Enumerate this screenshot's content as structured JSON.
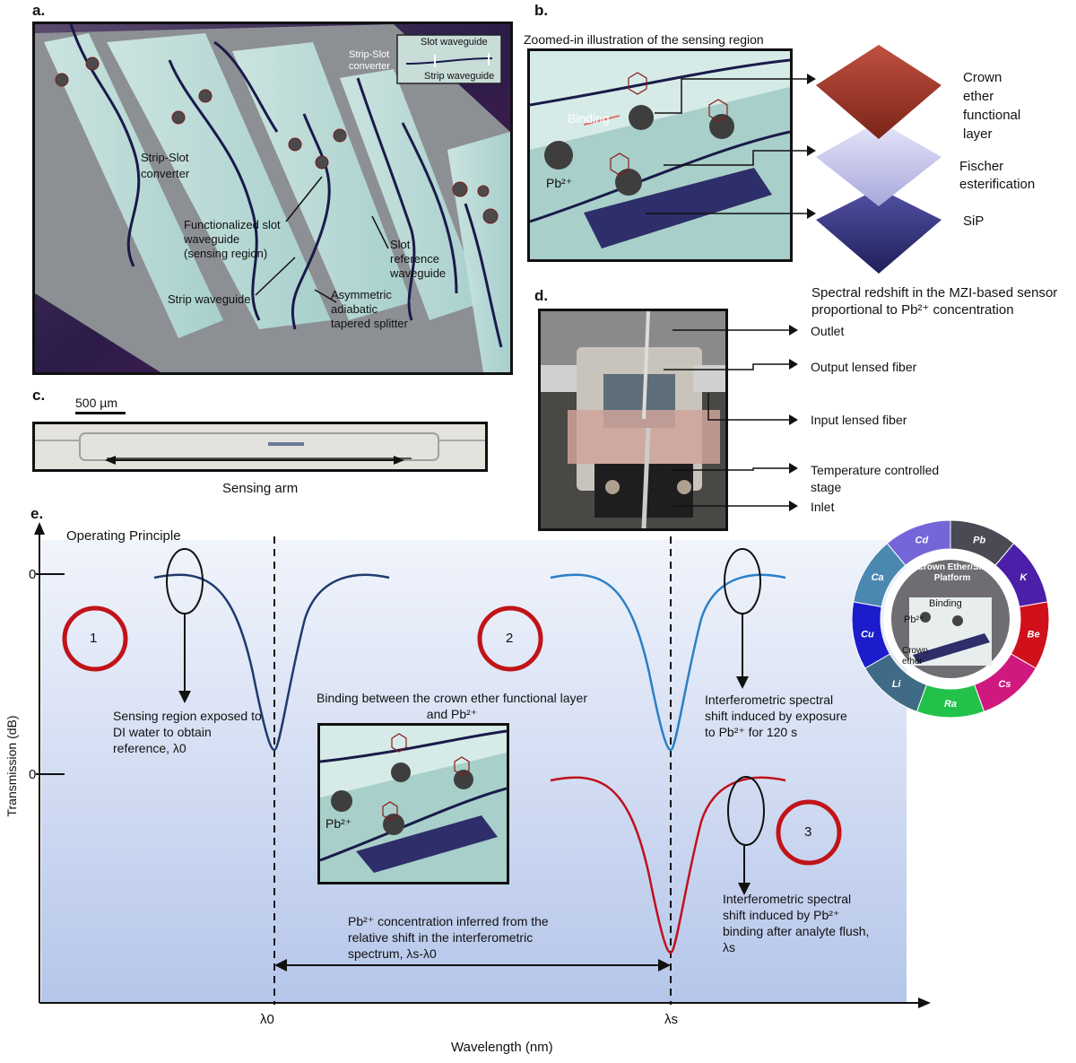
{
  "panels": {
    "a": "a.",
    "b": "b.",
    "c": "c.",
    "d": "d.",
    "e": "e."
  },
  "panel_a": {
    "inset_slot": "Slot waveguide",
    "inset_conv": "Strip-Slot converter",
    "inset_strip": "Strip waveguide",
    "strip_slot_converter": "Strip-Slot converter",
    "functionalized": "Functionalized slot waveguide (sensing region)",
    "slot_reference": "Slot reference waveguide",
    "strip_waveguide": "Strip waveguide",
    "splitter": "Asymmetric adiabatic tapered splitter"
  },
  "panel_b": {
    "title": "Zoomed-in illustration of the sensing region",
    "binding": "Binding",
    "ion": "Pb²⁺",
    "crown": "Crown ether functional layer",
    "fischer": "Fischer esterification",
    "sip": "SiP",
    "colors": {
      "crown": "#9b3a2a",
      "fischer": "#c9c8f0",
      "sip": "#2f2f78"
    }
  },
  "panel_c": {
    "scale": "500 µm",
    "arm": "Sensing arm"
  },
  "panel_d": {
    "caption": "Spectral redshift in the MZI-based sensor proportional to Pb²⁺ concentration",
    "outlet": "Outlet",
    "output_fiber": "Output lensed fiber",
    "input_fiber": "Input lensed fiber",
    "stage": "Temperature controlled stage",
    "inlet": "Inlet"
  },
  "panel_e": {
    "operating": "Operating Principle",
    "y_axis": "Transmission (dB)",
    "x_axis": "Wavelength (nm)",
    "tick0_top": "0",
    "tick0_bottom": "0",
    "lambda0": "λ0",
    "lambdas": "λs",
    "step1": "1",
    "step2": "2",
    "step3": "3",
    "sensing_region": "Sensing region exposed to DI water to obtain reference, λ0",
    "binding_title": "Binding between the crown ether functional layer and Pb²⁺",
    "inset_ion": "Pb²⁺",
    "shift_exposure": "Interferometric spectral shift induced by exposure to Pb²⁺ for 120 s",
    "shift_binding": "Interferometric spectral shift induced by Pb²⁺ binding after analyte flush, λs",
    "concentration": "Pb²⁺ concentration inferred from the relative shift in the interferometric spectrum, λs-λ0",
    "colors": {
      "reference": "#1f3a6e",
      "exposure": "#2a7fc7",
      "binding": "#c0101a",
      "circle": "#c01418"
    }
  },
  "wheel": {
    "center_title": "Crown Ether/SiP Platform",
    "center_binding": "Binding",
    "center_ion": "Pb²⁺",
    "center_crown": "Crown ether",
    "segments": [
      {
        "label": "Pb",
        "color": "#4a4a55"
      },
      {
        "label": "K",
        "color": "#4b1fa8"
      },
      {
        "label": "Be",
        "color": "#d0101a"
      },
      {
        "label": "Cs",
        "color": "#d0197f"
      },
      {
        "label": "Ra",
        "color": "#22c24a"
      },
      {
        "label": "Li",
        "color": "#3f6b86"
      },
      {
        "label": "Cu",
        "color": "#1c1ccc"
      },
      {
        "label": "Ca",
        "color": "#4a88b0"
      },
      {
        "label": "Cd",
        "color": "#7466d8"
      }
    ]
  }
}
